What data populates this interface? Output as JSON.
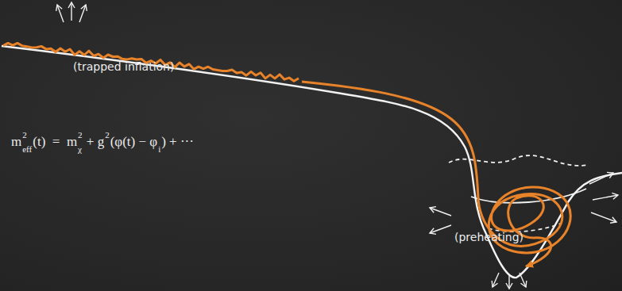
{
  "diagram": {
    "labels": [
      "(trapped inflation)",
      "m",
      "2",
      "eff",
      "(t)  =  m",
      "2",
      "χ",
      " + g",
      "2",
      "(φ(t) − φ",
      "i",
      ") + ···",
      "(preheating)"
    ]
  }
}
